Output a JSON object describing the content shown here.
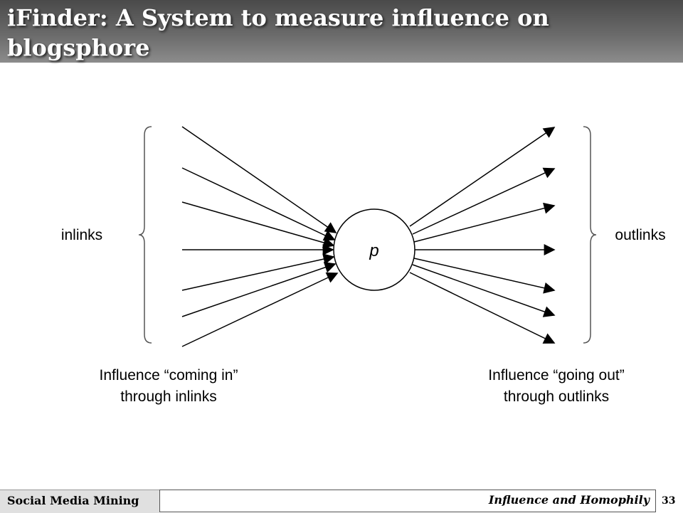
{
  "slide": {
    "title": "iFinder: A System to measure influence on blogsphore"
  },
  "diagram": {
    "node_label": "p",
    "inlinks_label": "inlinks",
    "outlinks_label": "outlinks",
    "incoming_caption": [
      "Influence “coming in”",
      "through inlinks"
    ],
    "outgoing_caption": [
      "Influence “going out”",
      "through outlinks"
    ],
    "inlink_count": 7,
    "outlink_count": 7
  },
  "footer": {
    "course": "Social Media Mining",
    "topic": "Influence and Homophily",
    "page_number": "33"
  }
}
